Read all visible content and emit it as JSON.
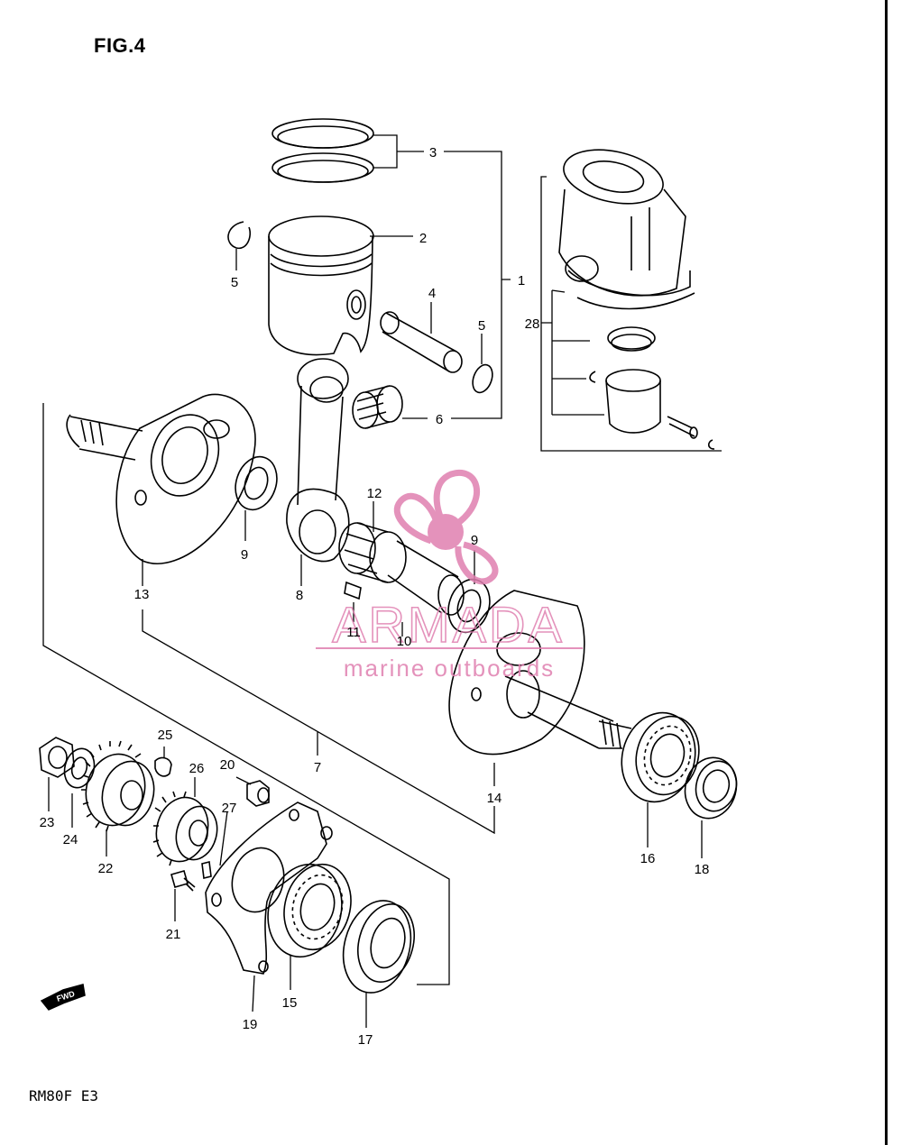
{
  "figure": {
    "title": "FIG.4",
    "model_code": "RM80F E3"
  },
  "fwd_label": "FWD",
  "watermark": {
    "brand": "ARMADA",
    "tagline": "marine outboards",
    "color": "#e07fb0"
  },
  "callouts": [
    "1",
    "2",
    "3",
    "4",
    "5",
    "5",
    "6",
    "7",
    "8",
    "9",
    "9",
    "10",
    "11",
    "12",
    "13",
    "14",
    "15",
    "16",
    "17",
    "18",
    "19",
    "20",
    "21",
    "22",
    "23",
    "24",
    "25",
    "26",
    "27",
    "28"
  ],
  "parts": {
    "p1": "1",
    "p2": "2",
    "p3": "3",
    "p4": "4",
    "p5a": "5",
    "p5b": "5",
    "p6": "6",
    "p7": "7",
    "p8": "8",
    "p9a": "9",
    "p9b": "9",
    "p10": "10",
    "p11": "11",
    "p12": "12",
    "p13": "13",
    "p14": "14",
    "p15": "15",
    "p16": "16",
    "p17": "17",
    "p18": "18",
    "p19": "19",
    "p20": "20",
    "p21": "21",
    "p22": "22",
    "p23": "23",
    "p24": "24",
    "p25": "25",
    "p26": "26",
    "p27": "27",
    "p28": "28"
  }
}
